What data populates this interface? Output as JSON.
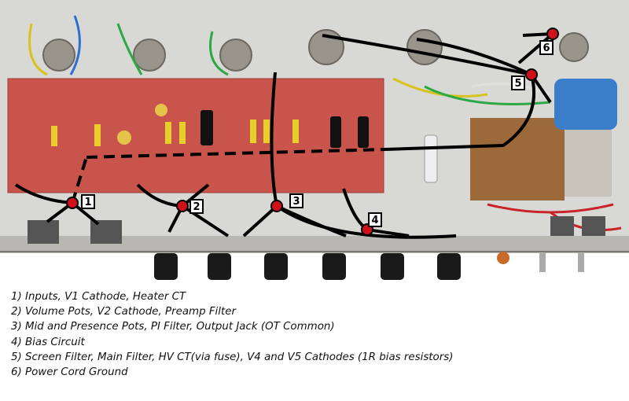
{
  "markers": [
    {
      "num": "1"
    },
    {
      "num": "2"
    },
    {
      "num": "3"
    },
    {
      "num": "4"
    },
    {
      "num": "5"
    },
    {
      "num": "6"
    }
  ],
  "legend": [
    "1) Inputs, V1 Cathode, Heater CT",
    "2) Volume Pots, V2 Cathode, Preamp Filter",
    "3) Mid and Presence Pots, PI Filter, Output Jack (OT Common)",
    "4) Bias Circuit",
    "5) Screen Filter, Main Filter, HV CT(via fuse), V4 and V5 Cathodes (1R bias resistors)",
    "6) Power Cord Ground"
  ],
  "colors": {
    "marker": "#d0101a",
    "wire": "#000000",
    "board": "#c9544c",
    "chassis": "#d9d9d6"
  }
}
